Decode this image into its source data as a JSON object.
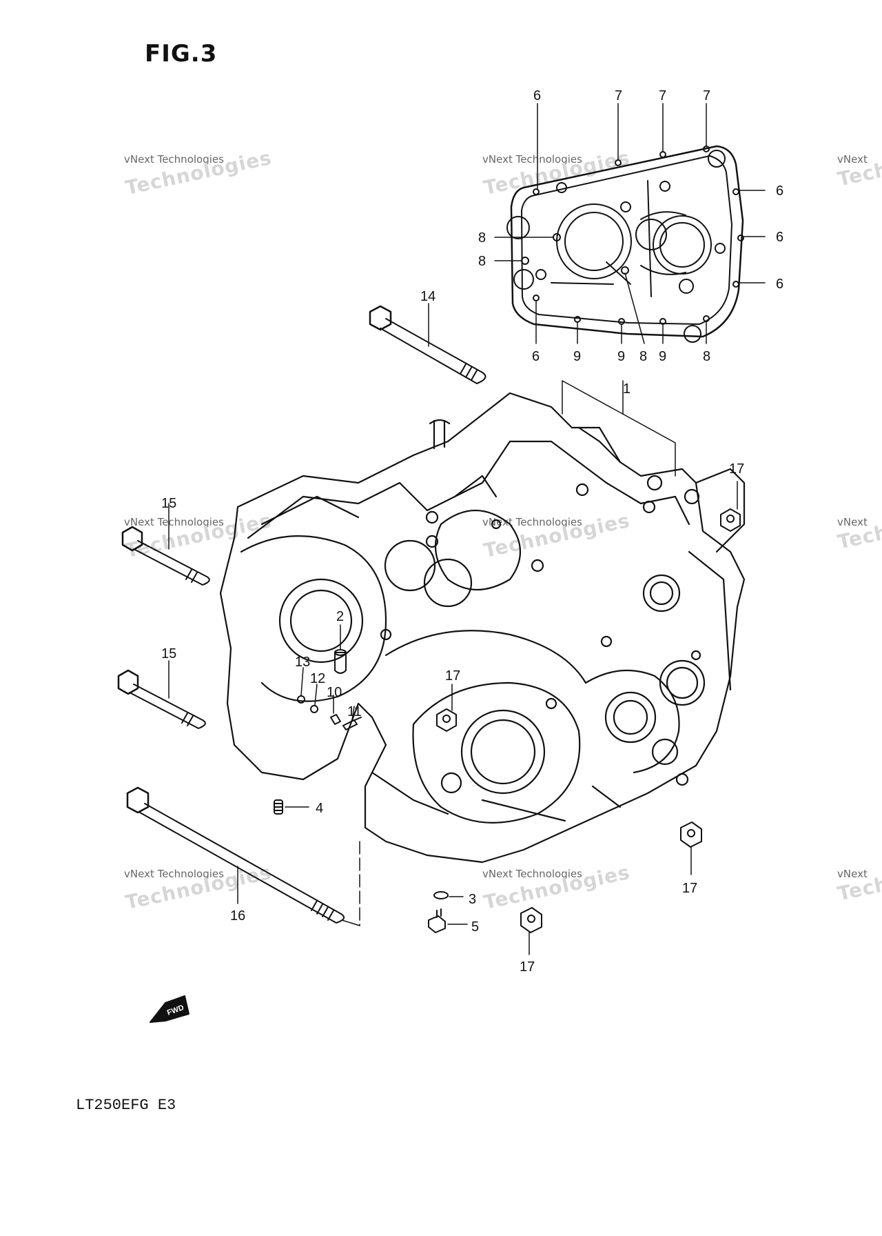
{
  "figure": {
    "title": "FIG.3",
    "model": "LT250EFG E3",
    "fwd_label": "FWD"
  },
  "watermark": {
    "line1": "vNext Technologies",
    "line2": "vNext",
    "line3": "Technologies",
    "partial1": "vNext",
    "partial2": "Techn"
  },
  "callouts": {
    "c1": "1",
    "c2": "2",
    "c3": "3",
    "c4": "4",
    "c5": "5",
    "c6a": "6",
    "c6b": "6",
    "c6c": "6",
    "c6d": "6",
    "c6e": "6",
    "c7a": "7",
    "c7b": "7",
    "c7c": "7",
    "c8a": "8",
    "c8b": "8",
    "c8c": "8",
    "c8d": "8",
    "c9a": "9",
    "c9b": "9",
    "c9c": "9",
    "c10": "10",
    "c11": "11",
    "c12": "12",
    "c13": "13",
    "c14": "14",
    "c15a": "15",
    "c15b": "15",
    "c16": "16",
    "c17a": "17",
    "c17b": "17",
    "c17c": "17",
    "c17d": "17"
  }
}
